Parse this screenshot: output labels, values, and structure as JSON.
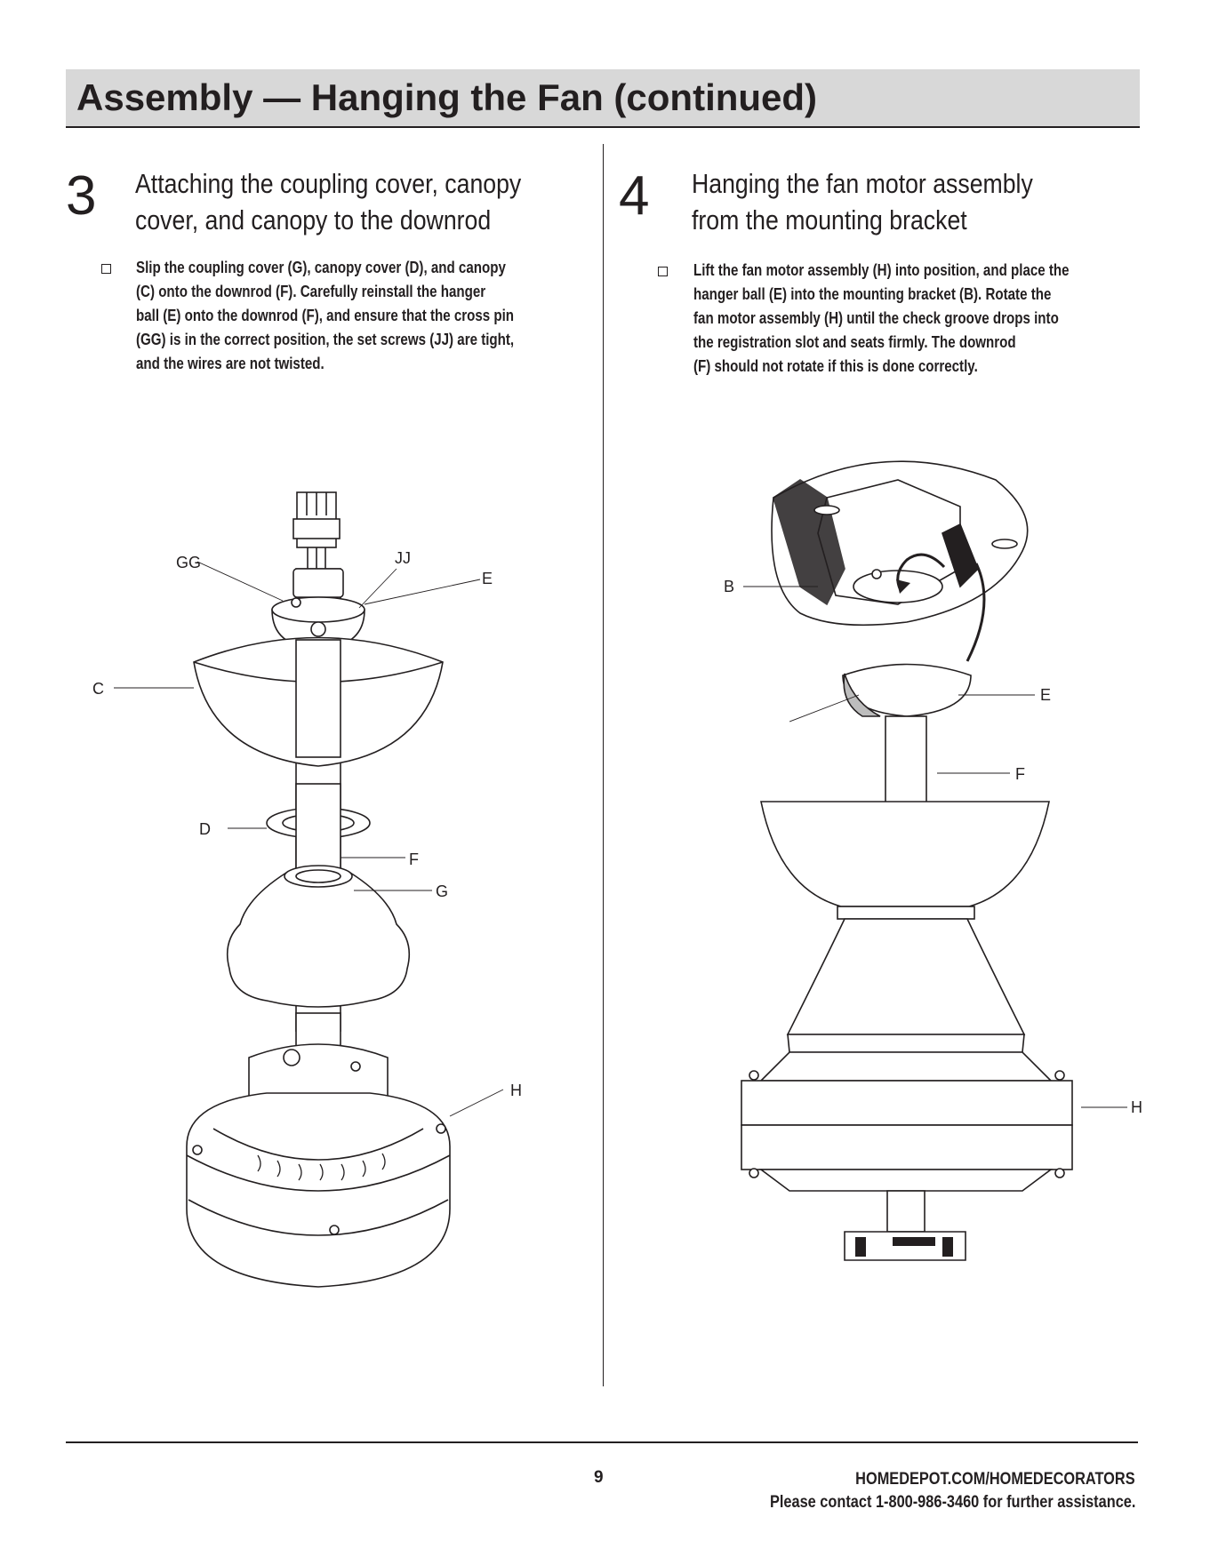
{
  "header": {
    "title": "Assembly — Hanging the Fan (continued)"
  },
  "steps": [
    {
      "number": "3",
      "title_line1": "Attaching the coupling cover, canopy",
      "title_line2": "cover, and canopy to the downrod",
      "body_lines": [
        "Slip the coupling cover (G), canopy cover (D), and canopy",
        "(C) onto the downrod (F). Carefully reinstall the hanger",
        "ball (E) onto the downrod (F), and ensure that the cross pin",
        "(GG) is in the correct position, the set screws (JJ) are tight,",
        "and the wires are not twisted."
      ],
      "labels": {
        "gg": "GG",
        "jj": "JJ",
        "e": "E",
        "c": "C",
        "d": "D",
        "f": "F",
        "g": "G",
        "h": "H"
      }
    },
    {
      "number": "4",
      "title_line1": "Hanging the fan motor assembly",
      "title_line2": "from the mounting bracket",
      "body_lines": [
        "Lift the fan motor assembly (H) into position, and place the",
        "hanger ball (E) into the mounting bracket (B). Rotate the",
        "fan motor assembly (H) until the check groove drops into",
        "the registration slot        and seats firmly. The downrod",
        "(F) should not rotate if this is done correctly."
      ],
      "labels": {
        "b": "B",
        "e": "E",
        "f": "F",
        "h": "H"
      }
    }
  ],
  "footer": {
    "page_number": "9",
    "website": "HOMEDEPOT.COM/HOMEDECORATORS",
    "contact": "Please contact 1-800-986-3460 for further assistance."
  }
}
